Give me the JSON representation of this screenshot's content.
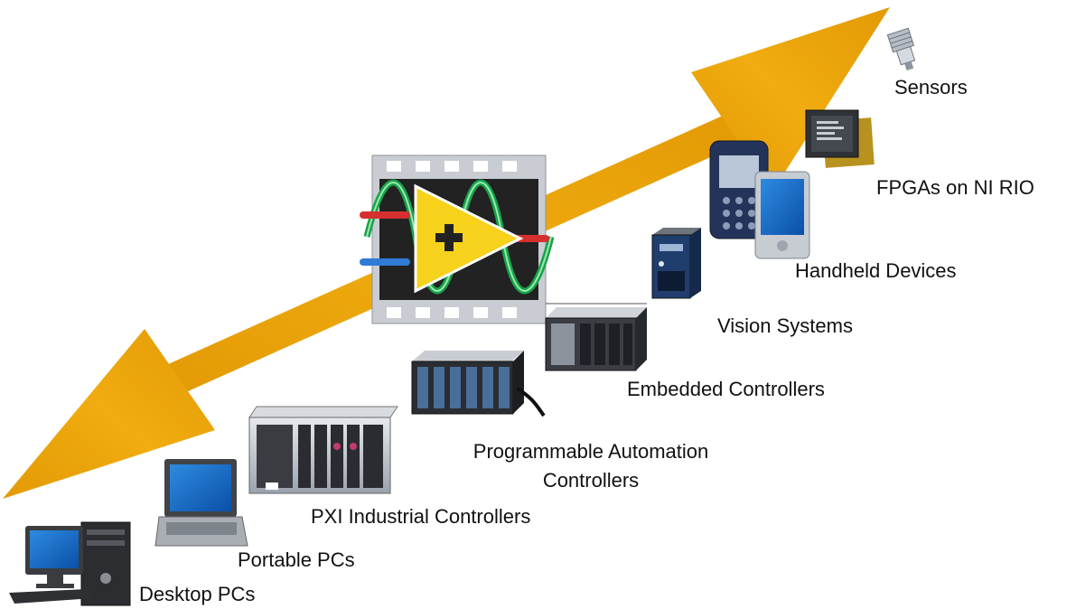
{
  "colors": {
    "arrow": "#E8A20B",
    "arrow_dark": "#C98800",
    "logo_yellow": "#F6D21C",
    "wave_green": "#17A34A",
    "wire_red": "#D62F2F",
    "wire_blue": "#2F7BD6"
  },
  "diagram": {
    "center_icon": "labview-logo-icon",
    "devices": [
      {
        "label": "Desktop PCs",
        "icon": "desktop-pc-icon"
      },
      {
        "label": "Portable PCs",
        "icon": "laptop-icon"
      },
      {
        "label": "PXI Industrial Controllers",
        "icon": "pxi-chassis-icon"
      },
      {
        "label_line1": "Programmable Automation",
        "label_line2": "Controllers",
        "icon": "pac-controller-icon"
      },
      {
        "label": "Embedded Controllers",
        "icon": "embedded-controller-icon"
      },
      {
        "label": "Vision Systems",
        "icon": "vision-system-icon"
      },
      {
        "label": "Handheld Devices",
        "icon": "handheld-device-icon"
      },
      {
        "label": "FPGAs on NI RIO",
        "icon": "fpga-chip-icon"
      },
      {
        "label": "Sensors",
        "icon": "sensor-icon"
      }
    ]
  }
}
